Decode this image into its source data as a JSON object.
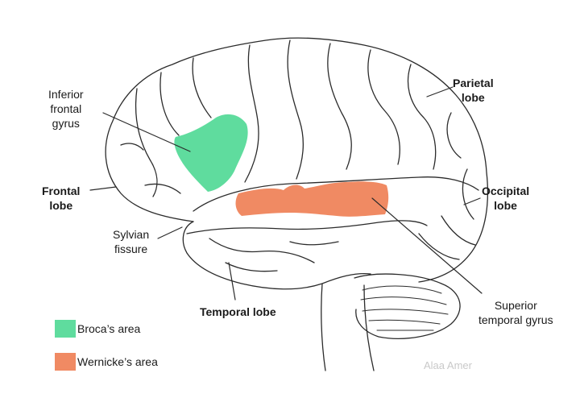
{
  "labels": {
    "inferior_frontal_gyrus": [
      "Inferior",
      "frontal",
      "gyrus"
    ],
    "frontal_lobe": [
      "Frontal",
      "lobe"
    ],
    "sylvian_fissure": [
      "Sylvian",
      "fissure"
    ],
    "parietal_lobe": [
      "Parietal",
      "lobe"
    ],
    "occipital_lobe": [
      "Occipital",
      "lobe"
    ],
    "temporal_lobe": "Temporal lobe",
    "superior_temporal_gyrus": [
      "Superior",
      "temporal gyrus"
    ]
  },
  "legend": [
    {
      "label": "Broca’s area",
      "color": "#5fdc9e"
    },
    {
      "label": "Wernicke’s area",
      "color": "#f08a63"
    }
  ],
  "credit": "Alaa Amer",
  "colors": {
    "broca": "#5fdc9e",
    "wernicke": "#f08a63",
    "outline": "#2b2b2b"
  }
}
